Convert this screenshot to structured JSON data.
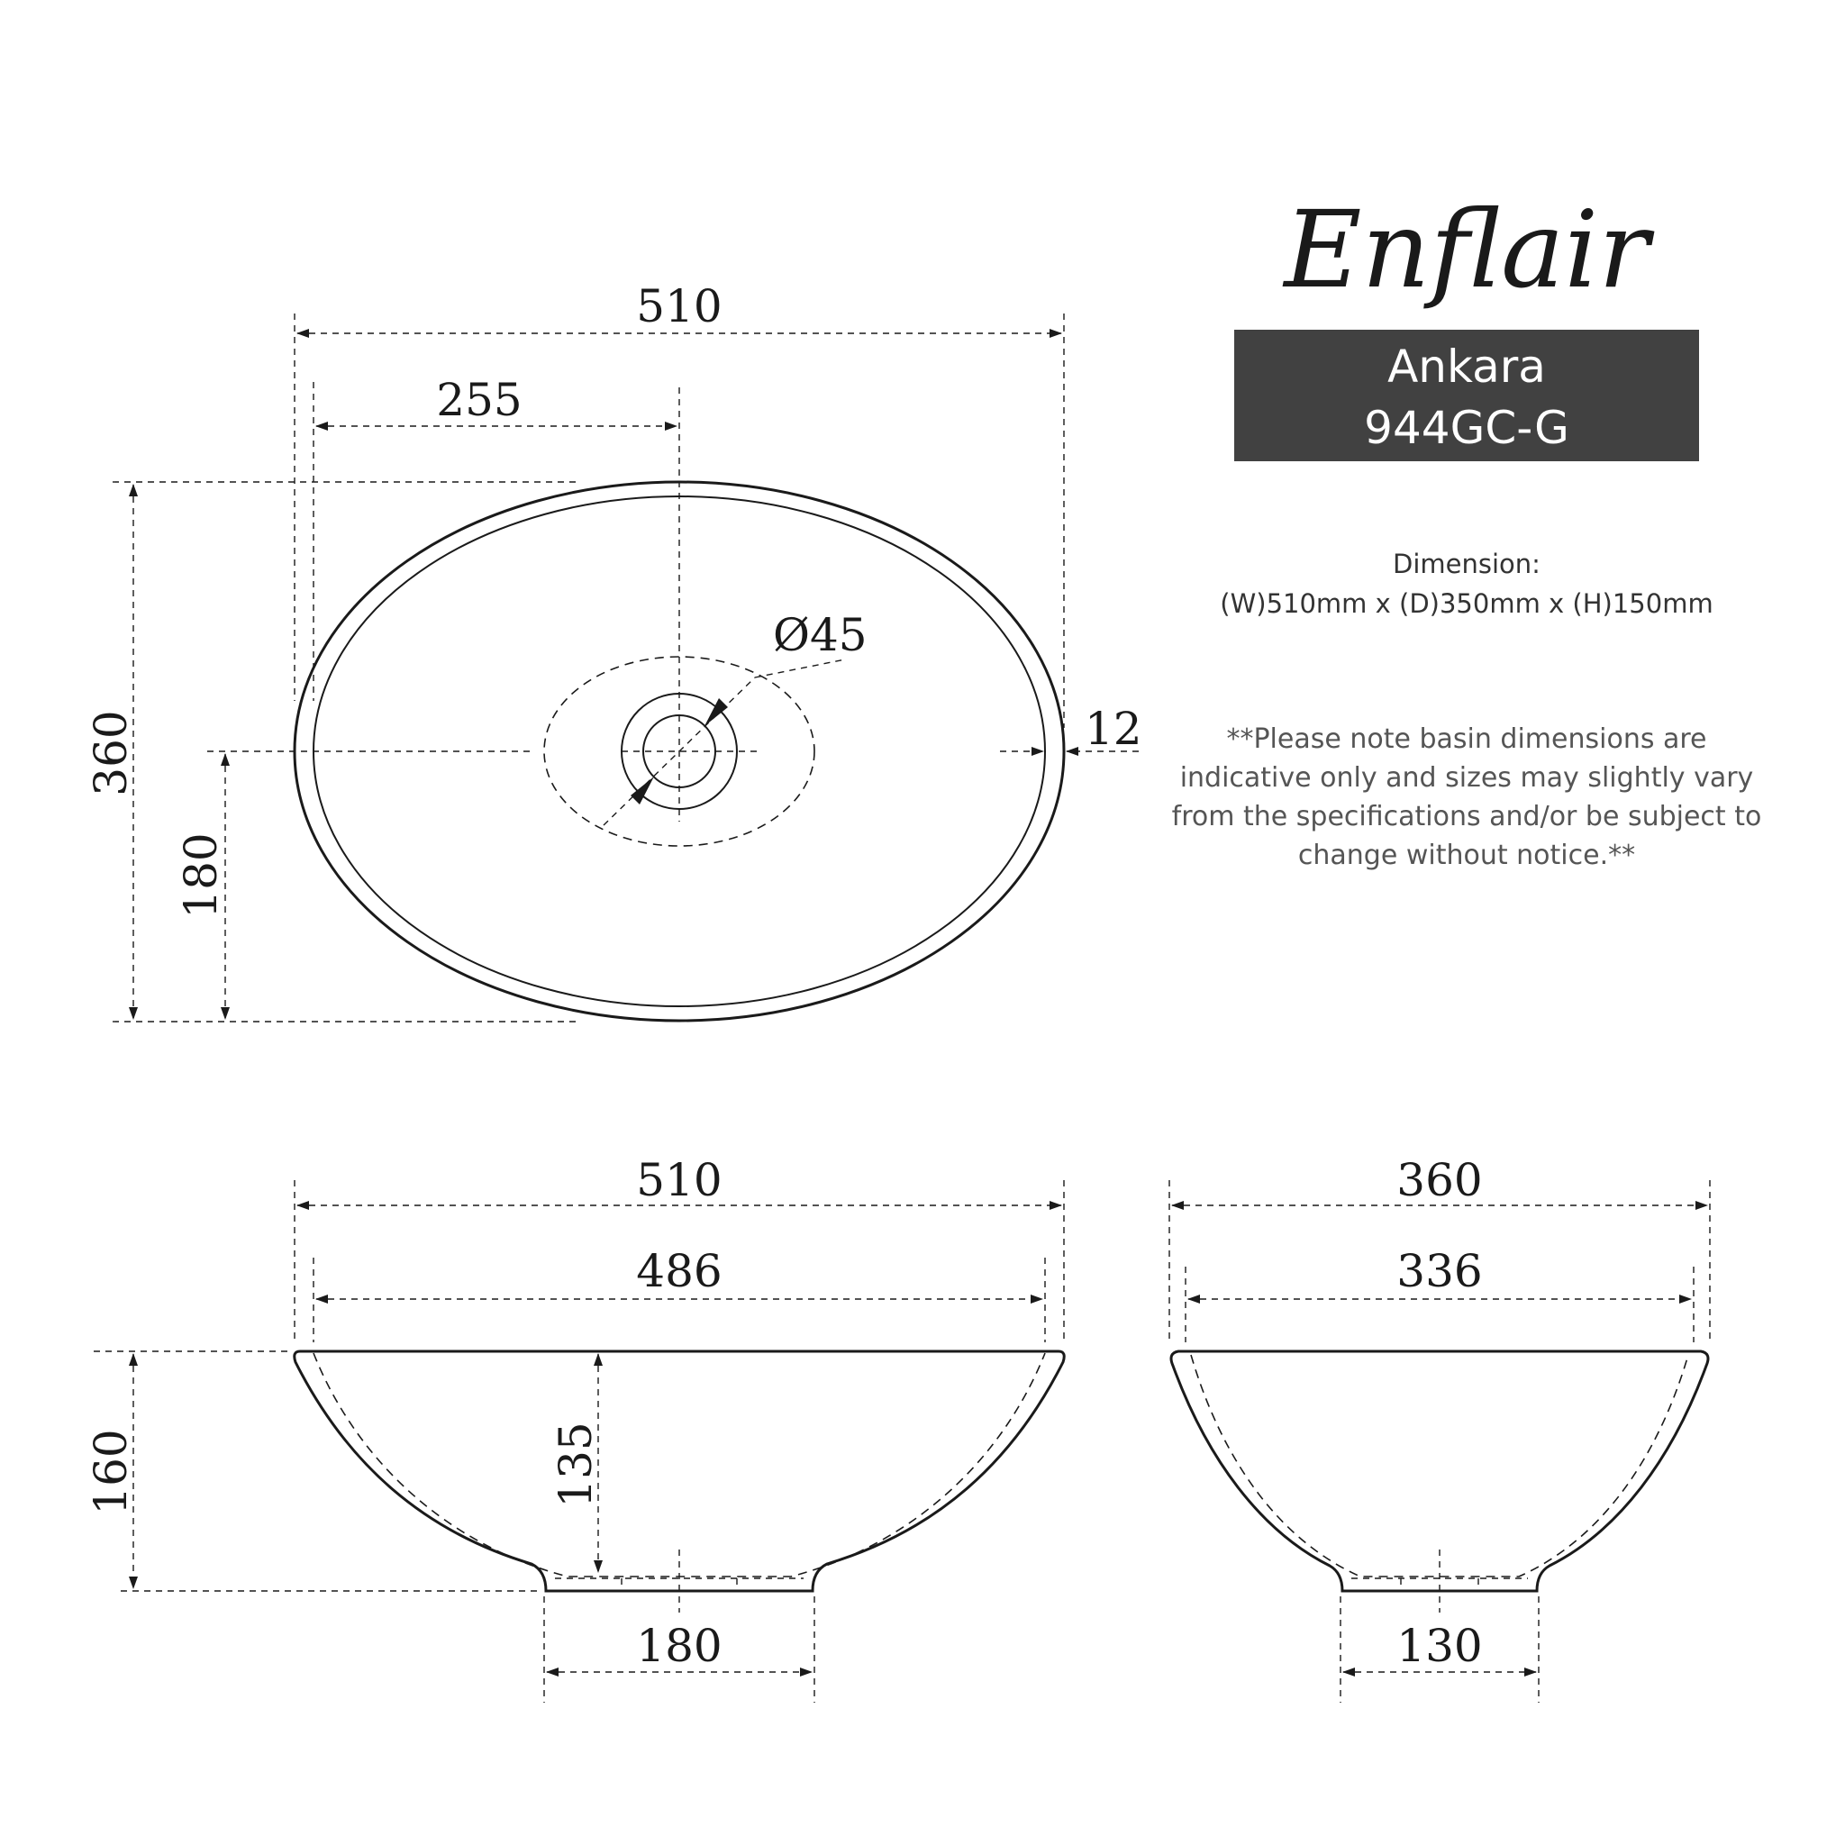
{
  "brand": {
    "logo_text": "Enflair"
  },
  "product": {
    "name": "Ankara",
    "code": "944GC-G",
    "badge_color": "#414141"
  },
  "specs": {
    "heading": "Dimension:",
    "value": "(W)510mm x (D)350mm x (H)150mm"
  },
  "note": {
    "lines": [
      "**Please note basin dimensions are",
      "indicative only and sizes may slightly vary",
      "from the specifications and/or be subject to",
      "change without notice.**"
    ]
  },
  "top_view": {
    "width": "510",
    "half_width": "255",
    "depth": "360",
    "half_depth": "180",
    "drain_diameter": "Ø45",
    "rim_thickness": "12"
  },
  "front_view": {
    "outer_width": "510",
    "inner_width": "486",
    "height": "160",
    "inner_depth": "135",
    "base_width": "180"
  },
  "side_view": {
    "outer_width": "360",
    "inner_width": "336",
    "base_width": "130"
  }
}
